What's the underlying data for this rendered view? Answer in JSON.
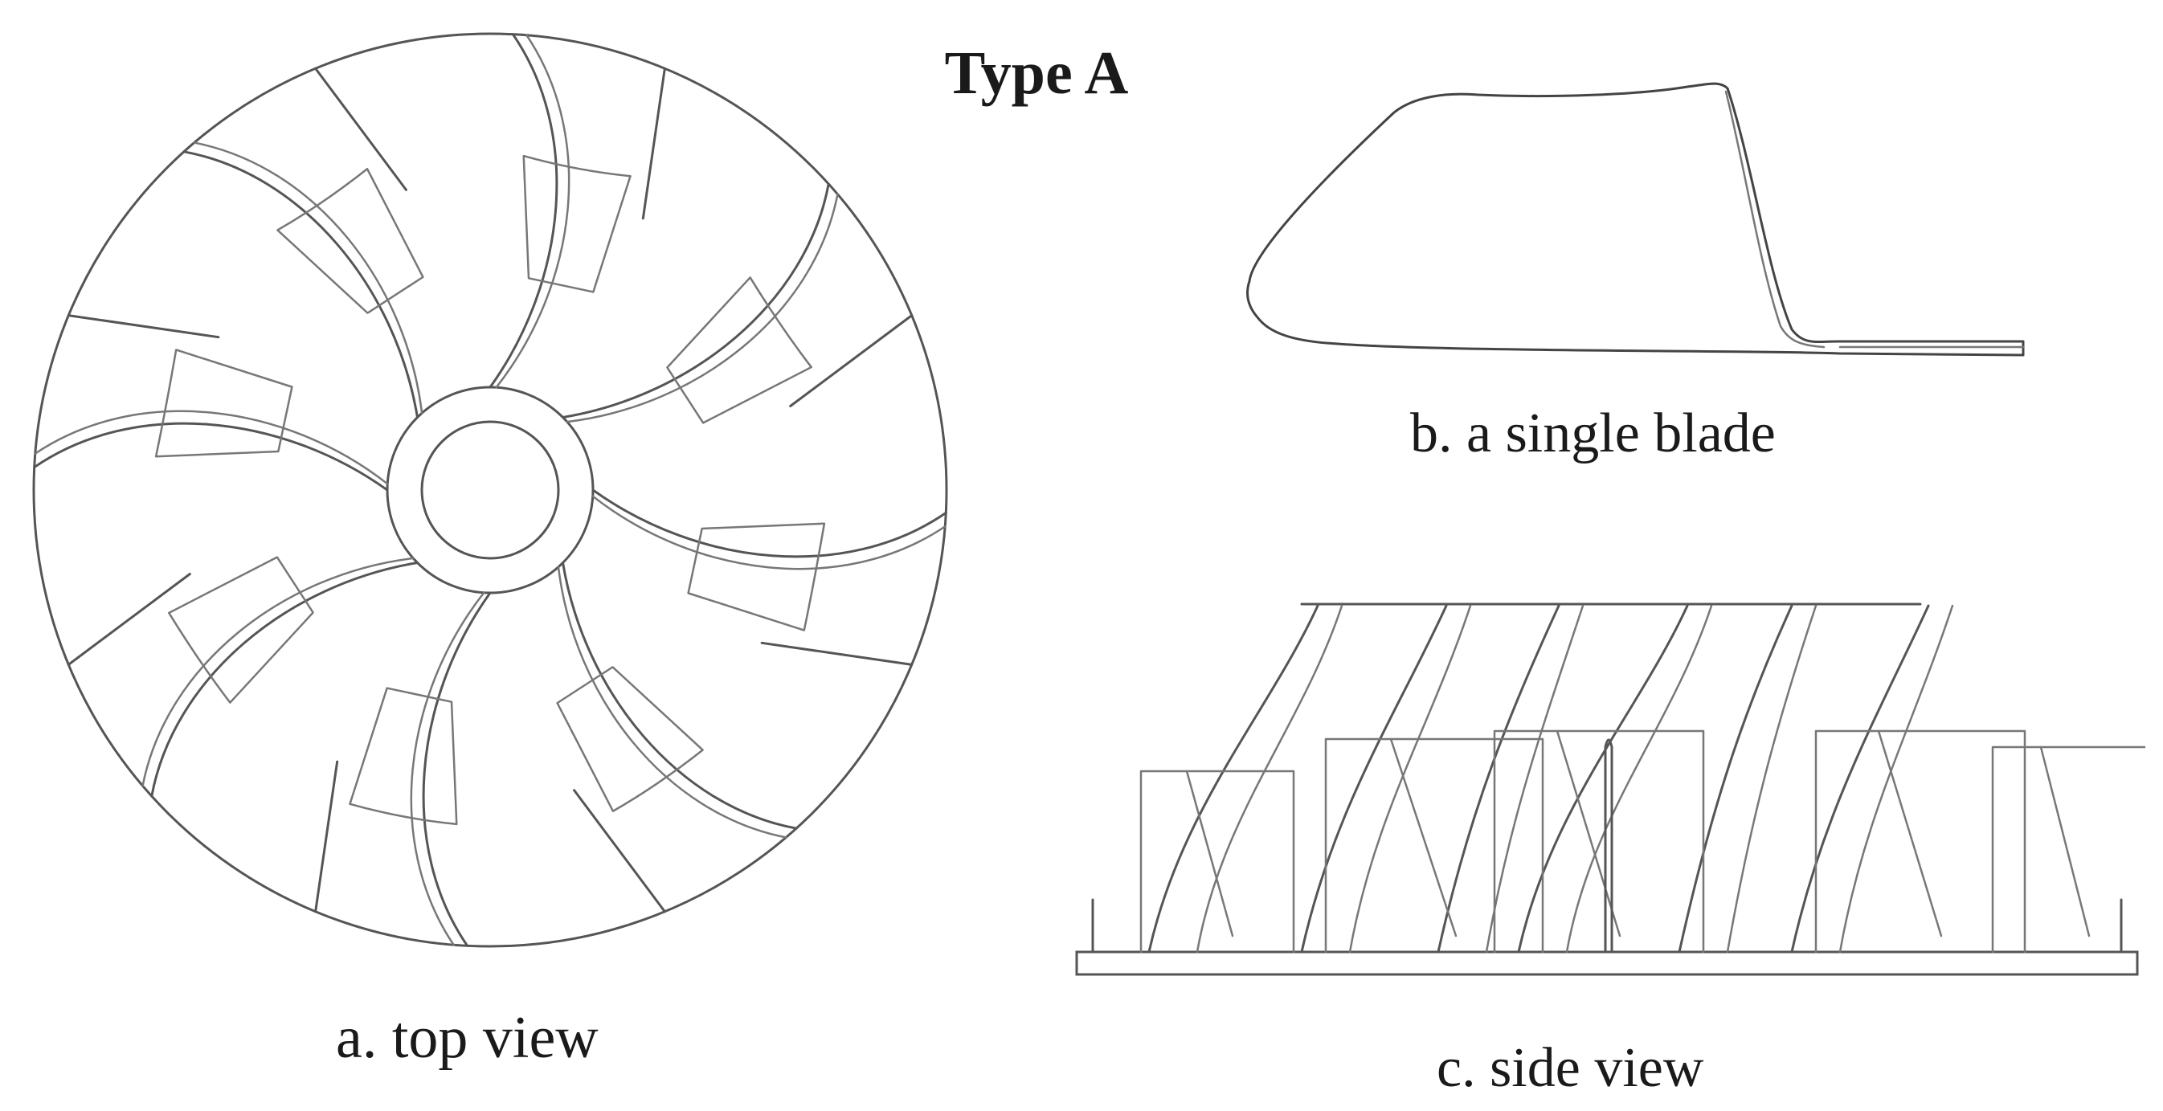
{
  "figure": {
    "title": "Type A",
    "panels": [
      {
        "id": "a",
        "caption": "a. top view"
      },
      {
        "id": "b",
        "caption": "b. a single blade"
      },
      {
        "id": "c",
        "caption": "c. side view"
      }
    ],
    "impeller": {
      "full_blades": 8,
      "splitter_blades": 8,
      "line_color": "#555555",
      "background": "#ffffff"
    }
  }
}
